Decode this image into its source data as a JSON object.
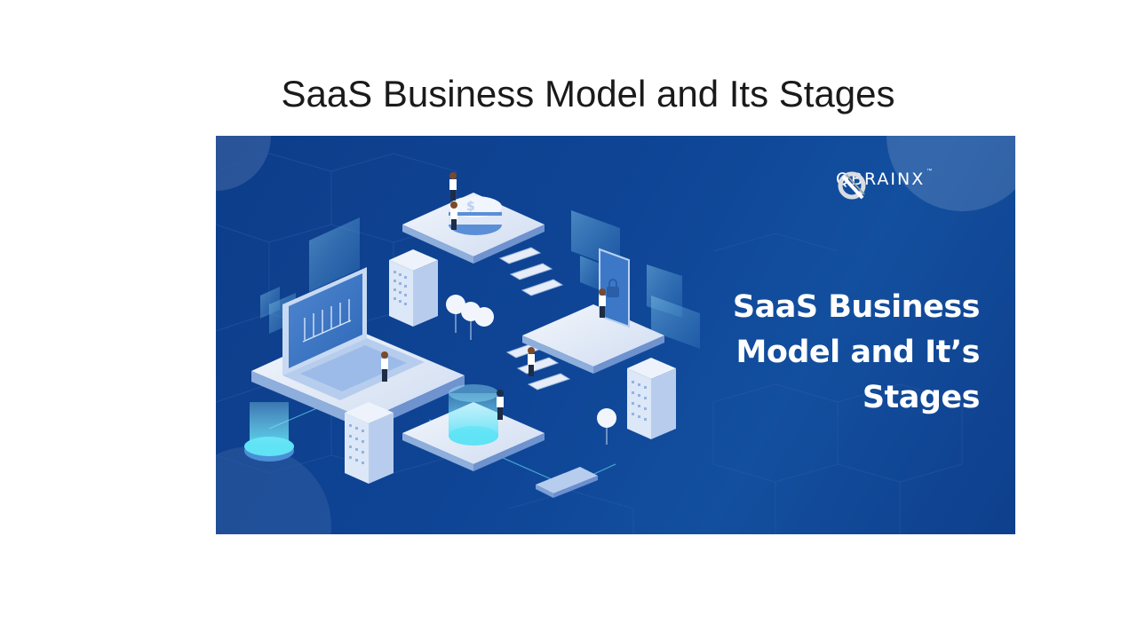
{
  "slide": {
    "title": "SaaS Business Model and Its Stages"
  },
  "banner": {
    "brand": {
      "name": "QBRAINX",
      "trademark": "™",
      "icon": "qbrainx-logo-icon"
    },
    "headline_lines": [
      "SaaS Business",
      "Model and It’s",
      "Stages"
    ],
    "colors": {
      "background": "#0f4596",
      "platform": "#e8eef8",
      "accent_glow": "#5fe3f5",
      "text": "#ffffff"
    },
    "illustration": {
      "elements": [
        "laptop-with-chart",
        "server-building",
        "database-platform",
        "phone-with-lock",
        "cloud-balloons",
        "steps",
        "glowing-cylinders",
        "external-drive",
        "people-figures"
      ]
    }
  }
}
